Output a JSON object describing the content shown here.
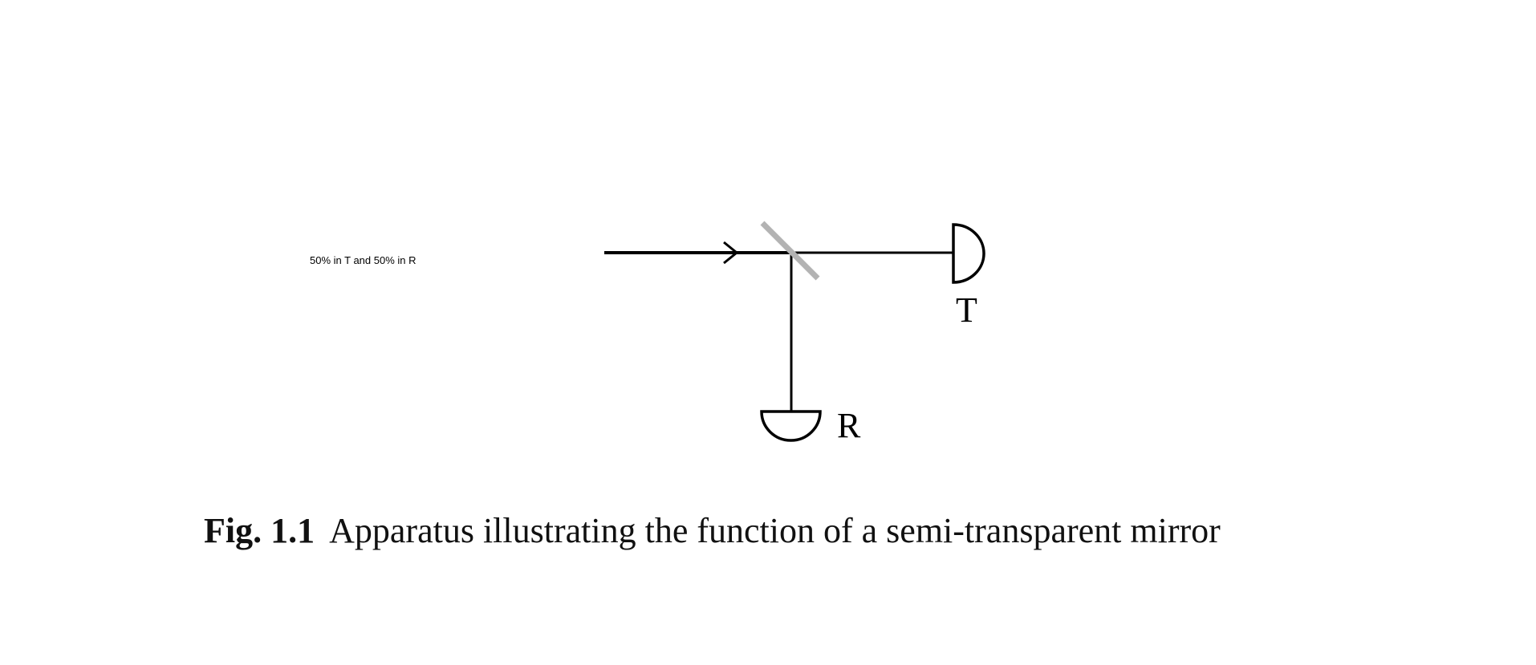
{
  "diagram": {
    "note": "50% in T and 50% in R",
    "labels": {
      "transmitted_detector": "T",
      "reflected_detector": "R"
    },
    "caption": {
      "number": "Fig. 1.1",
      "text": "Apparatus illustrating the function of a semi-transparent mirror"
    },
    "colors": {
      "beam": "#000000",
      "mirror": "#b3b3b3"
    }
  }
}
